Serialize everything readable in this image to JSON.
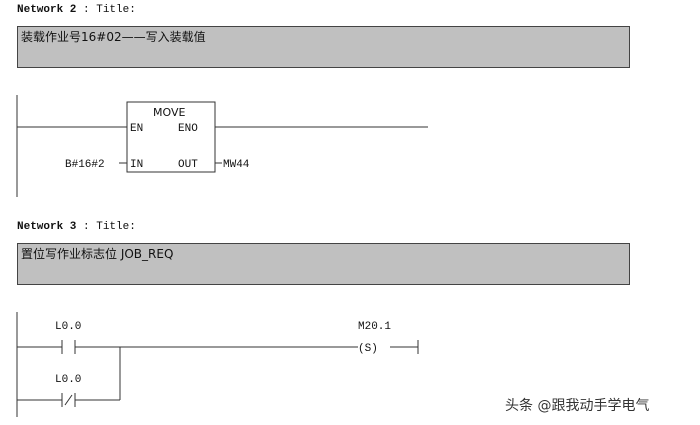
{
  "network2": {
    "label": "Network 2",
    "title": ": Title:",
    "comment": "装载作业号16#02——写入装载值",
    "block": {
      "name": "MOVE",
      "en": "EN",
      "eno": "ENO",
      "in": "IN",
      "out": "OUT",
      "in_value": "B#16#2",
      "out_value": "MW44"
    }
  },
  "network3": {
    "label": "Network 3",
    "title": ": Title:",
    "comment": "置位写作业标志位 JOB_REQ",
    "contact1": "L0.0",
    "contact2": "L0.0",
    "coil_addr": "M20.1",
    "coil_type": "(S)"
  },
  "watermark": "头条 @跟我动手学电气"
}
